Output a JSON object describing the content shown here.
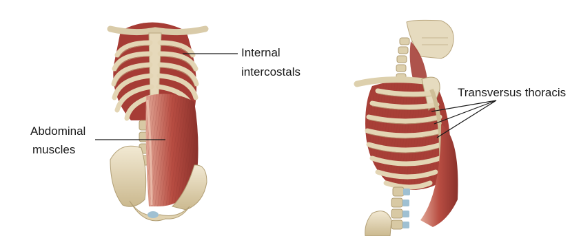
{
  "labels": {
    "internal_intercostals_line1": "Internal",
    "internal_intercostals_line2": "intercostals",
    "abdominal_muscles_line1": "Abdominal",
    "abdominal_muscles_line2": "muscles",
    "transversus_thoracis": "Transversus thoracis"
  },
  "colors": {
    "bone": "#e8dcc2",
    "bone_shadow": "#c9b894",
    "muscle": "#b3473f",
    "muscle_light": "#d8907f",
    "muscle_dark": "#7e2a26",
    "cartilage": "#a8c4d4",
    "leader_line": "#1a1a1a"
  }
}
